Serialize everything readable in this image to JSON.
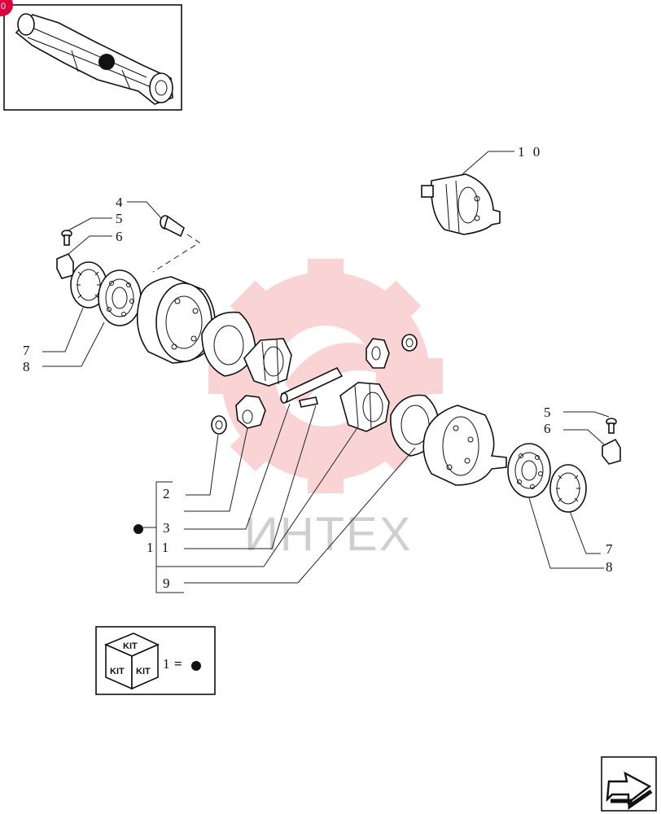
{
  "thumbnail": {
    "badge": "0"
  },
  "watermark": {
    "text": "ИНТЕХ",
    "color": "#f08080"
  },
  "callouts": {
    "c10": "1 0",
    "c4": "4",
    "c5_left": "5",
    "c6_left": "6",
    "c7_left": "7",
    "c8_left": "8",
    "c5_right": "5",
    "c6_right": "6",
    "c7_right": "7",
    "c8_right": "8",
    "c2": "2",
    "c3": "3",
    "c11": "1 1",
    "c9": "9"
  },
  "kit_legend": {
    "box_label": "KIT",
    "number": "1",
    "equals": "="
  },
  "colors": {
    "badge": "#e0003c",
    "ink": "#111111"
  },
  "icons": {
    "nav": "next-page-arrow-icon",
    "kit": "kit-box-icon"
  }
}
